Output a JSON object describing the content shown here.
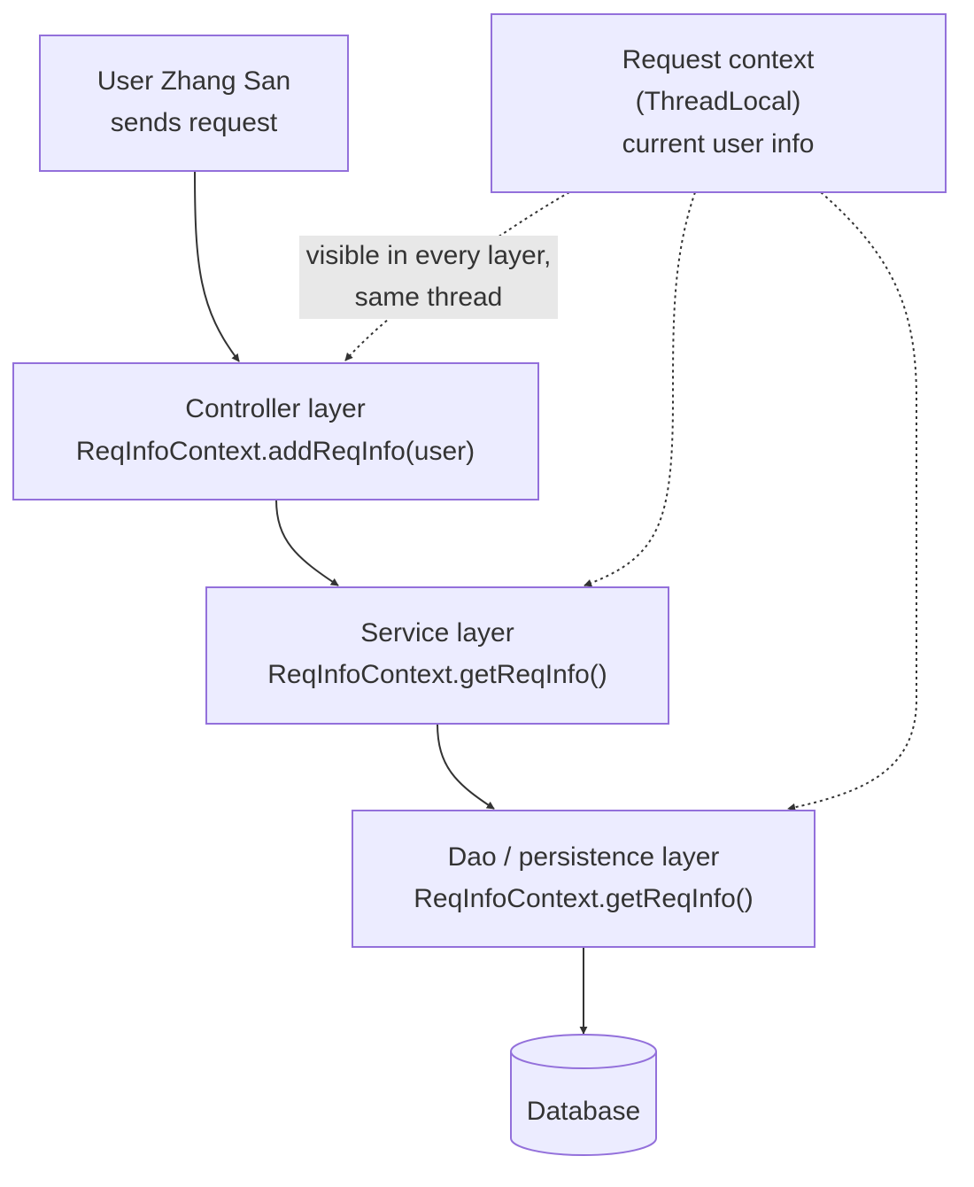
{
  "nodes": {
    "user": {
      "lines": [
        "User Zhang San",
        "sends request"
      ]
    },
    "context": {
      "lines": [
        "Request context",
        "(ThreadLocal)",
        "current user info"
      ]
    },
    "controller": {
      "lines": [
        "Controller layer",
        "ReqInfoContext.addReqInfo(user)"
      ]
    },
    "service": {
      "lines": [
        "Service layer",
        "ReqInfoContext.getReqInfo()"
      ]
    },
    "dao": {
      "lines": [
        "Dao / persistence layer",
        "ReqInfoContext.getReqInfo()"
      ]
    },
    "database": {
      "label": "Database"
    }
  },
  "edge_label": {
    "lines": [
      "visible in every layer,",
      "same thread"
    ]
  },
  "colors": {
    "node_fill": "#ececff",
    "node_stroke": "#9370db",
    "edge": "#333333",
    "label_bg": "#e8e8e8",
    "text": "#333333"
  }
}
